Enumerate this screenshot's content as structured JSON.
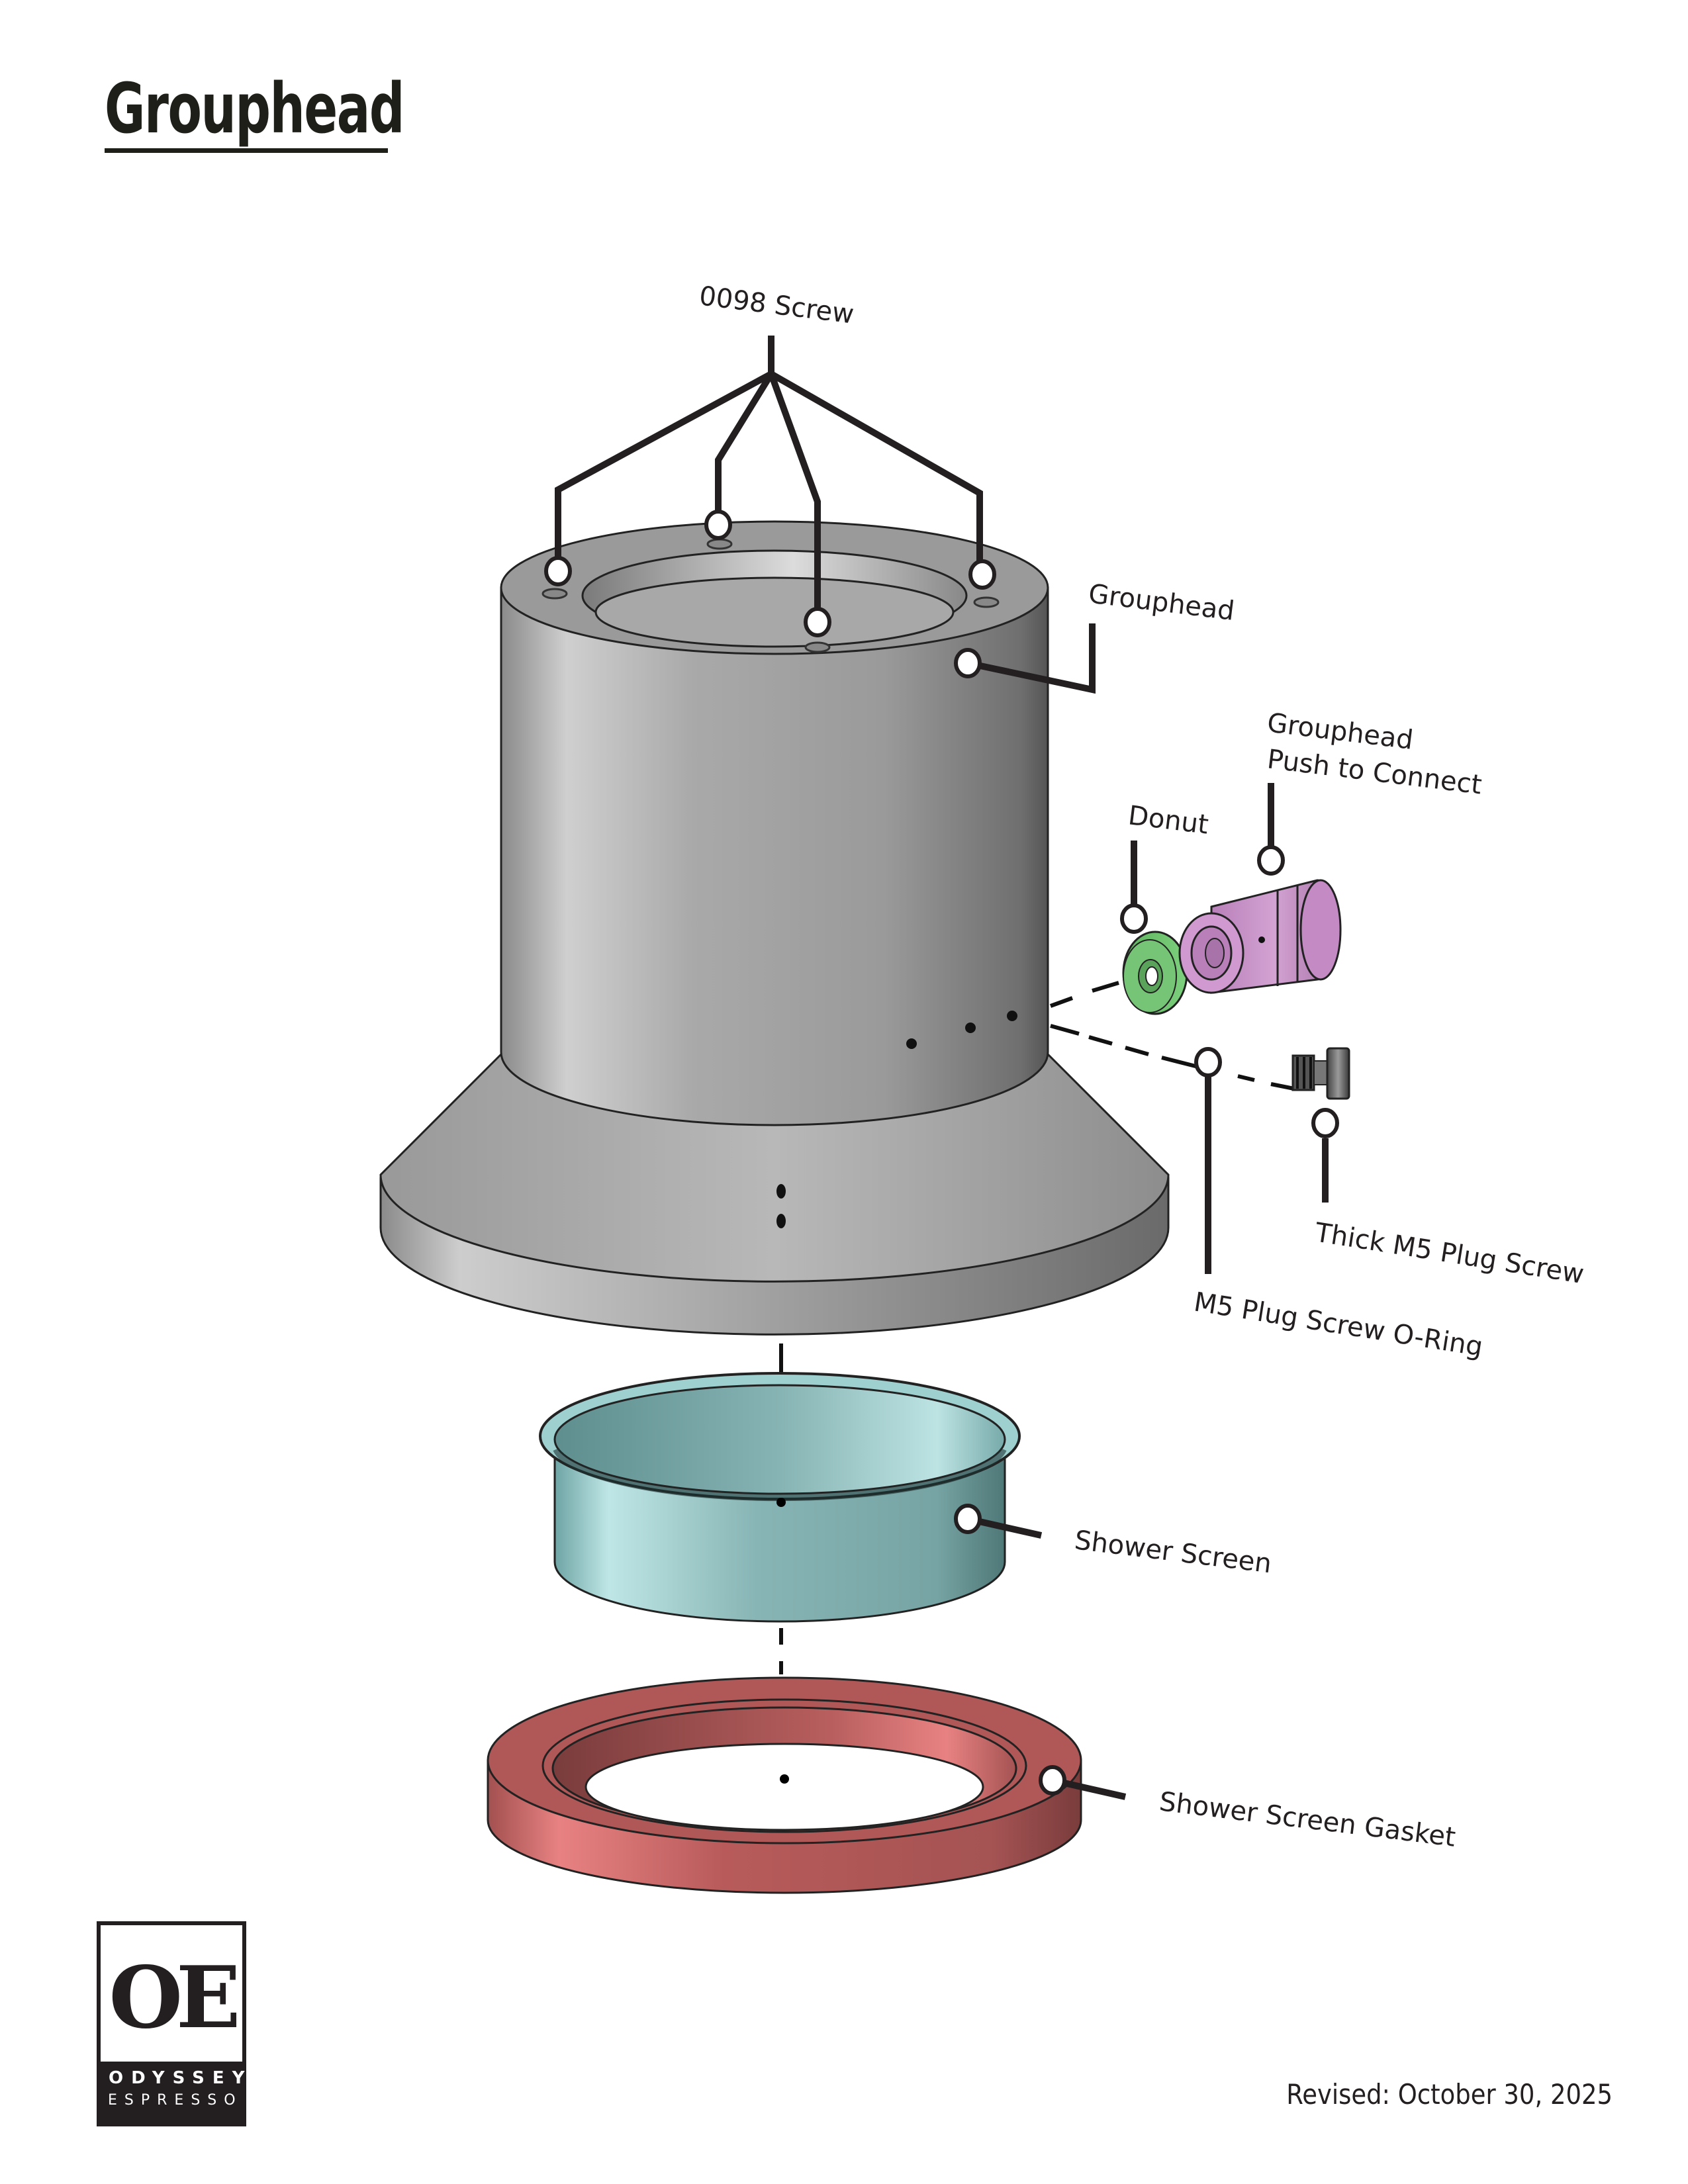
{
  "document": {
    "title": "Grouphead",
    "revised": "Revised: October 30, 2025"
  },
  "parts": [
    {
      "id": "screw",
      "label": "0098 Screw",
      "color": "#9a9a9a"
    },
    {
      "id": "grouphead",
      "label": "Grouphead",
      "color": "#a6a6a6"
    },
    {
      "id": "push-to-connect",
      "label_lines": [
        "Grouphead",
        "Push to Connect"
      ],
      "color": "#c995c9"
    },
    {
      "id": "donut",
      "label": "Donut",
      "color": "#6cc06c"
    },
    {
      "id": "thick-m5-plug-screw",
      "label": "Thick M5 Plug Screw",
      "color": "#6e6e6e"
    },
    {
      "id": "m5-plug-screw-o-ring",
      "label": "M5 Plug Screw O-Ring",
      "color": "#ffffff"
    },
    {
      "id": "shower-screen",
      "label": "Shower Screen",
      "color": "#8fc1c1"
    },
    {
      "id": "shower-screen-gasket",
      "label": "Shower Screen Gasket",
      "color": "#c66060"
    }
  ],
  "logo": {
    "mark": "OE",
    "line1": "ODYSSEY",
    "line2": "ESPRESSO"
  }
}
